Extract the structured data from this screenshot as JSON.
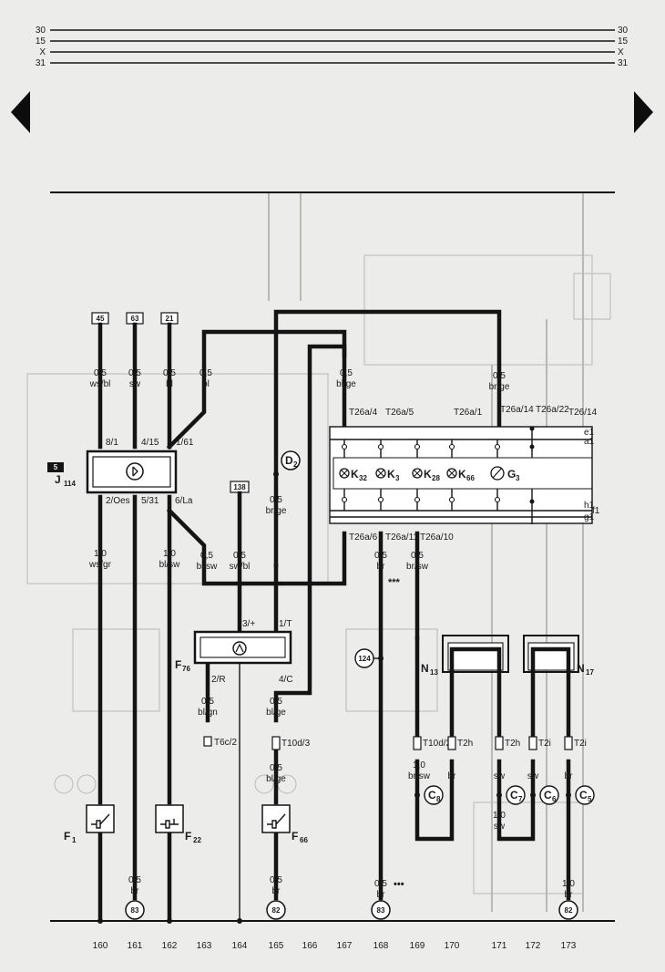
{
  "bus_labels": {
    "left": [
      "30",
      "15",
      "X",
      "31"
    ],
    "right": [
      "30",
      "15",
      "X",
      "31"
    ]
  },
  "icons": [
    "arrow-left-icon",
    "arrow-right-icon",
    "warning-lamp-icon",
    "gauge-icon",
    "switch-icon",
    "relay-icon"
  ],
  "fuse_boxes": [
    "45",
    "63",
    "21",
    "138"
  ],
  "wires": {
    "w45": [
      "0,5",
      "ws/bl"
    ],
    "w63": [
      "0,5",
      "sw"
    ],
    "w21": [
      "0,5",
      "bl"
    ],
    "w_bl_top": [
      "0,5",
      "bl"
    ],
    "w_blge": [
      "0,5",
      "bl/ge"
    ],
    "w_brge_top": [
      "0,5",
      "br/ge"
    ],
    "w_brge_d2": [
      "0,5",
      "br/ge"
    ],
    "w_wsgr": [
      "1,0",
      "ws/gr"
    ],
    "w_blsw1": [
      "1,0",
      "bl/sw"
    ],
    "w_blsw2": [
      "0,5",
      "bl/sw"
    ],
    "w_swbl": [
      "0,5",
      "sw/bl"
    ],
    "w_br168": [
      "0,5",
      "br"
    ],
    "w_brsw169": [
      "0,5",
      "br/sw"
    ],
    "w_blgn": [
      "0,5",
      "bl/gn"
    ],
    "w_blge165": [
      "0,5",
      "bl/ge"
    ],
    "w_blge165b": [
      "0,5",
      "bl/ge"
    ],
    "w_brsw_c8": [
      "1,0",
      "br/sw"
    ],
    "w_br170": [
      "",
      "br"
    ],
    "w_sw171": [
      "",
      "sw"
    ],
    "w_sw172": [
      "",
      "sw"
    ],
    "w_br173": [
      "",
      "br"
    ],
    "w_sw_c7": [
      "1,0",
      "sw"
    ],
    "w_br161": [
      "0,5",
      "br"
    ],
    "w_br165": [
      "0,5",
      "br"
    ],
    "w_br168b": [
      "0,5",
      "br"
    ],
    "w_br173b": [
      "1,0",
      "br"
    ]
  },
  "ground_points": [
    "83",
    "82",
    "83",
    "82"
  ],
  "connectors": {
    "j114_pins_top": [
      "8/1",
      "4/15",
      "1/61"
    ],
    "j114_pins_bottom": [
      "2/Oes",
      "5/31",
      "6/La"
    ],
    "t26_top": [
      "T26a/4",
      "T26a/5",
      "T26a/1",
      "T26a/14",
      "T26a/22",
      "T26/14"
    ],
    "t26_bottom": [
      "T26a/6",
      "T26a/11",
      "T26a/10"
    ],
    "f76_pins": [
      "3/+",
      "1/T",
      "2/R",
      "4/C"
    ],
    "plugs": [
      "T6c/2",
      "T10d/3",
      "T10d/2",
      "T2h",
      "T2h",
      "T2i",
      "T2i"
    ],
    "edge_marks": [
      "e1",
      "a1",
      "h1",
      "g1",
      "f1"
    ]
  },
  "components": {
    "J": {
      "main": "J",
      "sub": "114"
    },
    "F76": {
      "main": "F",
      "sub": "76"
    },
    "F1": {
      "main": "F",
      "sub": "1"
    },
    "F22": {
      "main": "F",
      "sub": "22"
    },
    "F66": {
      "main": "F",
      "sub": "66"
    },
    "N13": {
      "main": "N",
      "sub": "13"
    },
    "N17": {
      "main": "N",
      "sub": "17"
    },
    "D2": {
      "main": "D",
      "sub": "2"
    },
    "K32": {
      "main": "K",
      "sub": "32"
    },
    "K3": {
      "main": "K",
      "sub": "3"
    },
    "K28": {
      "main": "K",
      "sub": "28"
    },
    "K66": {
      "main": "K",
      "sub": "66"
    },
    "G3": {
      "main": "G",
      "sub": "3"
    },
    "C8": {
      "main": "C",
      "sub": "8"
    },
    "C7": {
      "main": "C",
      "sub": "7"
    },
    "C6": {
      "main": "C",
      "sub": "6"
    },
    "C5": {
      "main": "C",
      "sub": "5"
    },
    "node124": "124"
  },
  "marks": {
    "asterisk_top": "***",
    "asterisk_bottom": "•••",
    "badge5": "5"
  },
  "columns": [
    "160",
    "161",
    "162",
    "163",
    "164",
    "165",
    "166",
    "167",
    "168",
    "169",
    "170",
    "171",
    "172",
    "173"
  ]
}
